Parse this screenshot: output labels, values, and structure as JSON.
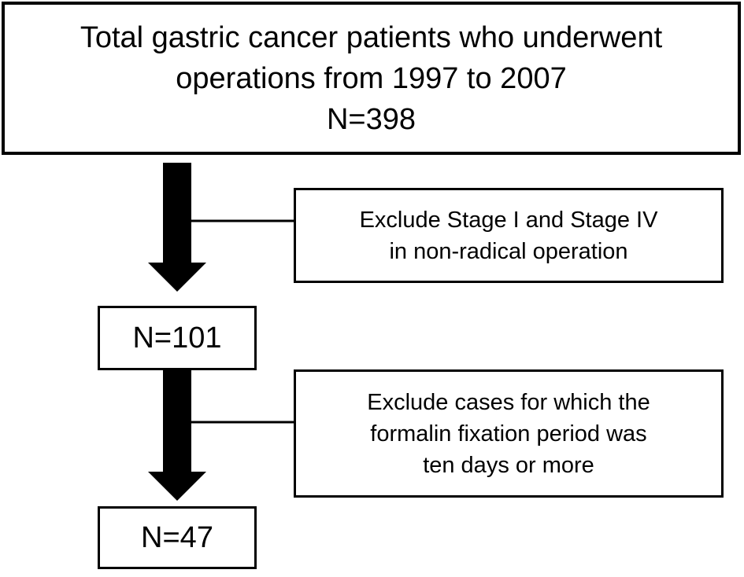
{
  "flowchart": {
    "total_box": {
      "line1": "Total gastric cancer patients who underwent",
      "line2": "operations from 1997 to 2007",
      "count": "N=398"
    },
    "exclusion1": {
      "line1": "Exclude Stage I and Stage IV",
      "line2": "in non-radical operation"
    },
    "after_exclusion1": {
      "count": "N=101"
    },
    "exclusion2": {
      "line1": "Exclude cases for which the",
      "line2": "formalin fixation period was",
      "line3": "ten days or more"
    },
    "after_exclusion2": {
      "count": "N=47"
    }
  },
  "colors": {
    "stroke": "#000000",
    "background": "#ffffff"
  }
}
